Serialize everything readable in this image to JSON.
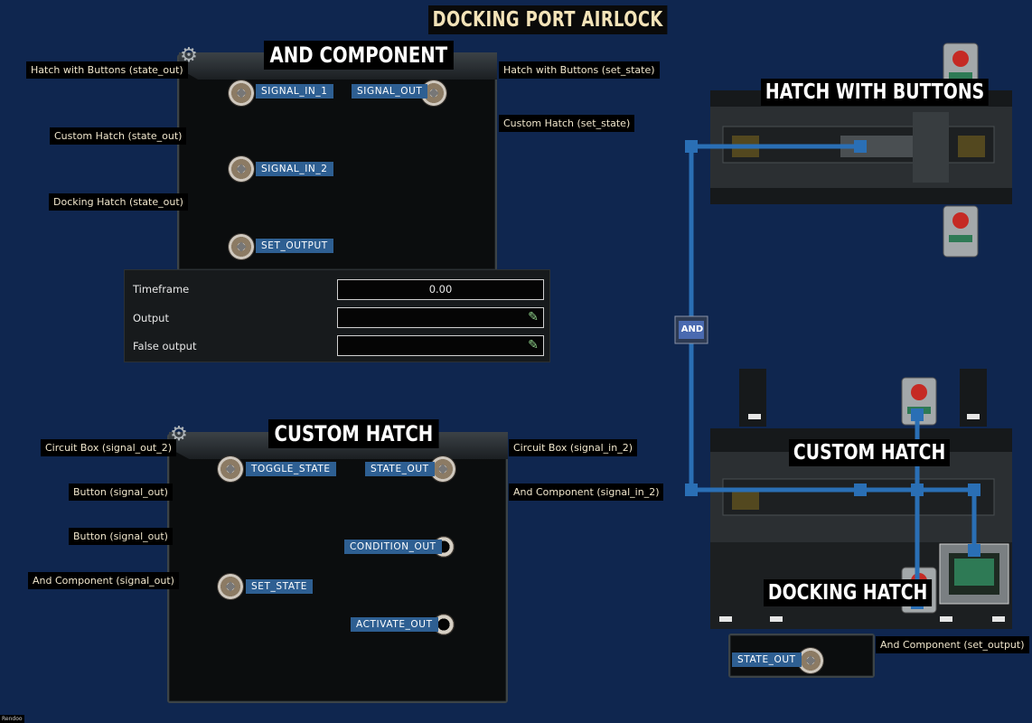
{
  "page_title": "DOCKING PORT AIRLOCK",
  "and_component": {
    "title": "AND COMPONENT",
    "pins": {
      "signal_in_1": "SIGNAL_IN_1",
      "signal_in_2": "SIGNAL_IN_2",
      "set_output": "SET_OUTPUT",
      "signal_out": "SIGNAL_OUT"
    },
    "inputs": [
      "Hatch with Buttons (state_out)",
      "Custom Hatch (state_out)",
      "Docking Hatch (state_out)"
    ],
    "outputs": [
      "Hatch with Buttons (set_state)",
      "Custom Hatch (set_state)"
    ],
    "settings": [
      {
        "label": "Timeframe",
        "value": "0.00"
      },
      {
        "label": "Output",
        "value": ""
      },
      {
        "label": "False output",
        "value": ""
      }
    ]
  },
  "custom_hatch": {
    "title": "CUSTOM HATCH",
    "pins": {
      "toggle_state": "TOGGLE_STATE",
      "set_state": "SET_STATE",
      "state_out": "STATE_OUT",
      "condition_out": "CONDITION_OUT",
      "activate_out": "ACTIVATE_OUT"
    },
    "inputs": [
      "Circuit Box (signal_out_2)",
      "Button (signal_out)",
      "Button (signal_out)",
      "And Component (signal_out)"
    ],
    "outputs": [
      "Circuit Box (signal_in_2)",
      "And Component (signal_in_2)"
    ]
  },
  "ship_view": {
    "hatch_with_buttons": "HATCH WITH BUTTONS",
    "custom_hatch": "CUSTOM HATCH",
    "docking_hatch": "DOCKING HATCH",
    "and_node": "AND"
  },
  "docking_hatch_widget": {
    "pin": "STATE_OUT",
    "output": "And Component (set_output)"
  },
  "corner_tag": "Rendoo",
  "colors": {
    "background": "#0f264f",
    "wire": "#2a6fb5",
    "pin_label": "#2e5f92",
    "title_text": "#f3e3b8"
  }
}
